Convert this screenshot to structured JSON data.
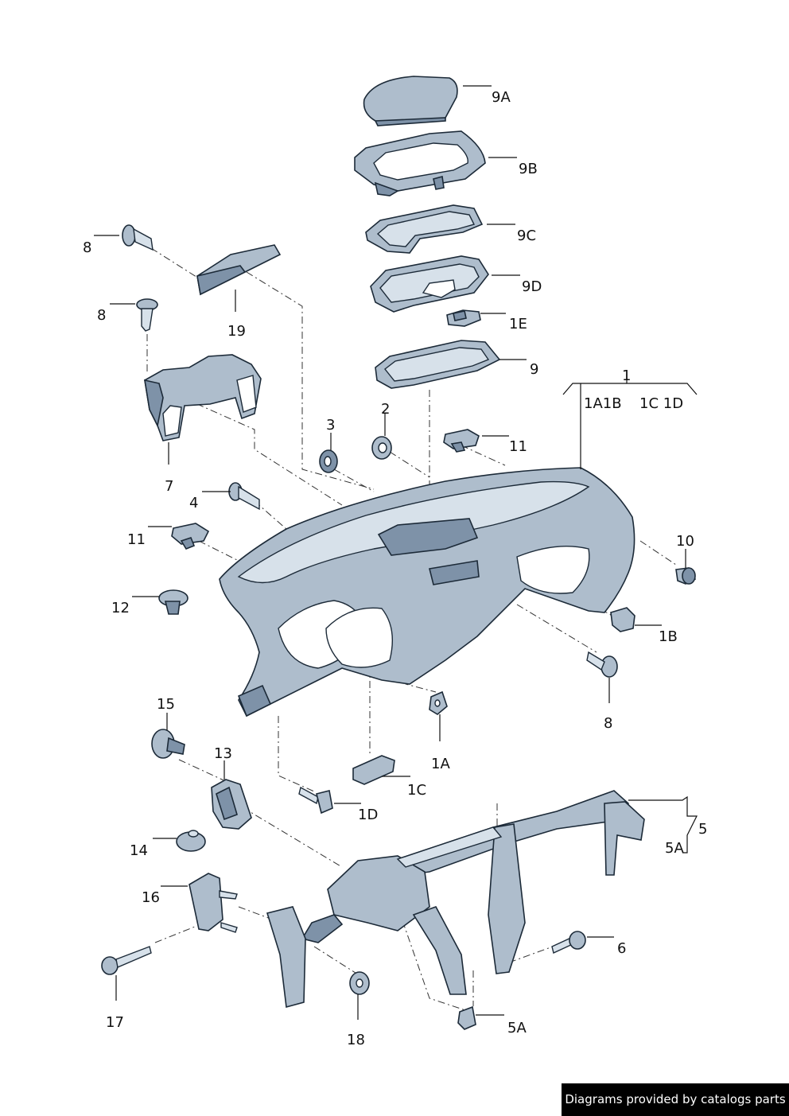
{
  "callouts": {
    "c_9A": "9A",
    "c_9B": "9B",
    "c_9C": "9C",
    "c_9D": "9D",
    "c_1E": "1E",
    "c_9": "9",
    "c_8a": "8",
    "c_8b": "8",
    "c_19": "19",
    "c_7": "7",
    "c_3": "3",
    "c_2": "2",
    "c_11a": "11",
    "c_1": "1",
    "c_1A1B": "1A1B",
    "c_1C1D": "1C 1D",
    "c_4": "4",
    "c_11b": "11",
    "c_10": "10",
    "c_12": "12",
    "c_1B": "1B",
    "c_8c": "8",
    "c_1A": "1A",
    "c_1C": "1C",
    "c_1D": "1D",
    "c_15": "15",
    "c_13": "13",
    "c_14": "14",
    "c_16": "16",
    "c_17": "17",
    "c_18": "18",
    "c_5": "5",
    "c_5Aa": "5A",
    "c_5Ab": "5A",
    "c_6": "6"
  },
  "footer": {
    "text": "Diagrams provided by catalogs parts"
  },
  "colors": {
    "part_fill": "#aebdcc",
    "part_dark": "#7e92a8",
    "outline": "#1c2a38",
    "footer_bg": "#000000"
  }
}
